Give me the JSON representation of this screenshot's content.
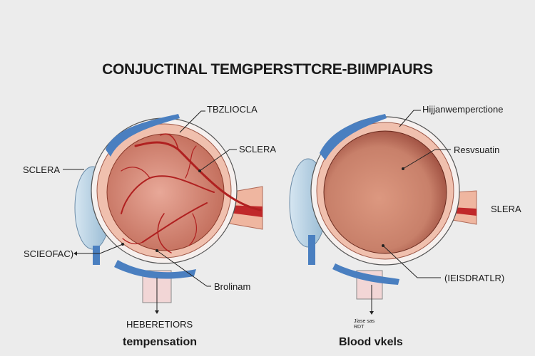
{
  "title": "CONJUCTINAL TEMGPERSTTCRE-BIIMPIAURS",
  "left_eye": {
    "labels": {
      "top": "TBZLIOCLA",
      "upper_right": "SCLERA",
      "left": "SCLERA",
      "lower_left": "SCIEOFAC)",
      "lower_right": "Brolinam",
      "bottom": "HEBERETIORS"
    },
    "caption": "tempensation"
  },
  "right_eye": {
    "labels": {
      "top": "Hijjanwemperctione",
      "upper_right": "Resvsuatin",
      "right": "SLERA",
      "lower_right": "(IEISDRATLR)",
      "bottom": "Jlase sas RDT"
    },
    "caption": "Blood vkels"
  },
  "colors": {
    "sclera_ring": "#f0c4b4",
    "interior": "#c9705e",
    "muscle": "#4a7fc0",
    "cornea": "#b8d2e4",
    "vessel": "#b02020"
  }
}
